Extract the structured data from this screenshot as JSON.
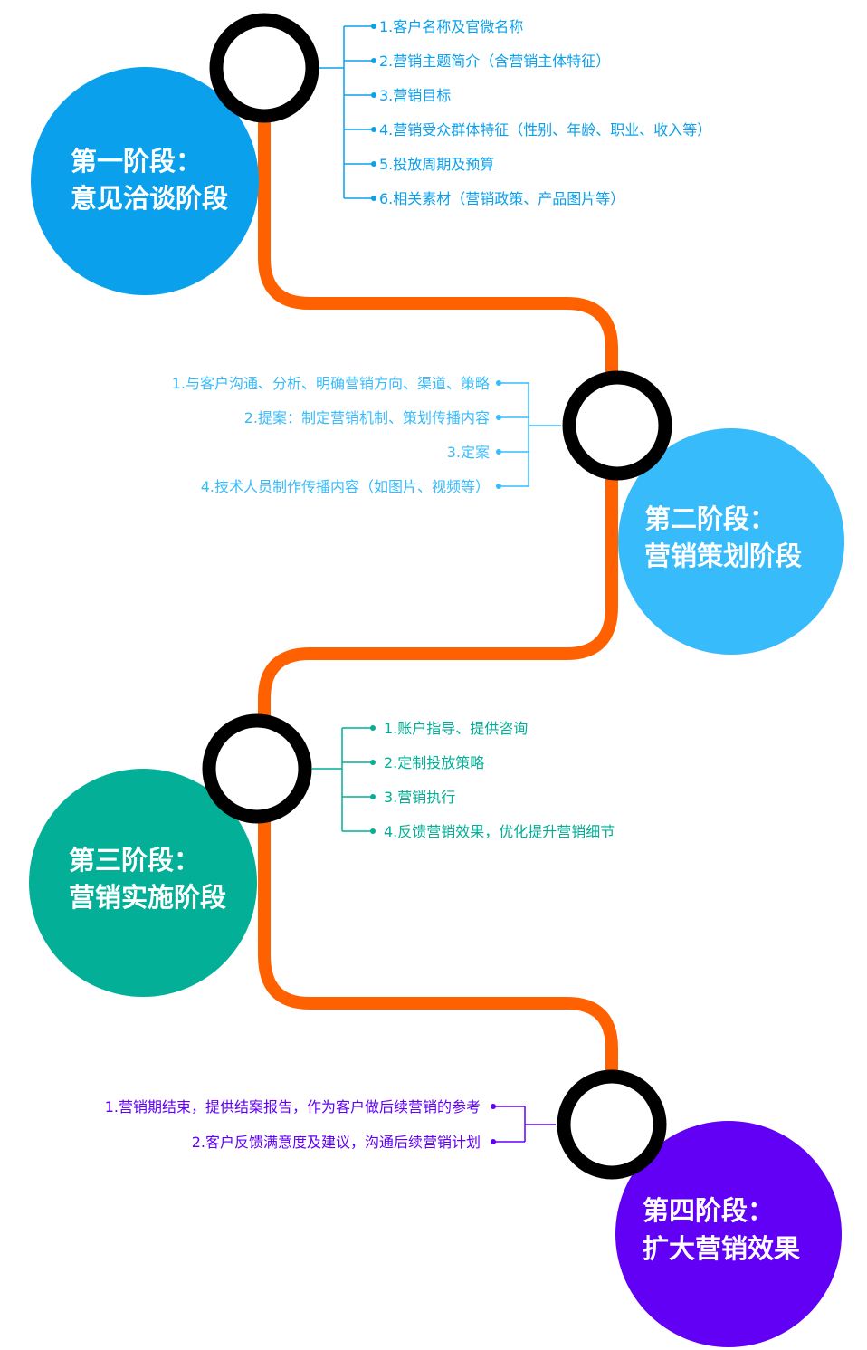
{
  "colors": {
    "path": "#FF6000",
    "ring": "#000000",
    "stage1": "#0AA0EC",
    "stage2": "#38BBFB",
    "stage3": "#03AF96",
    "stage4": "#6100F5",
    "items1": "#0AA0EC",
    "items2": "#38BBFB",
    "items3": "#03AF96",
    "items4": "#6100F5"
  },
  "stages": [
    {
      "title_line1": "第一阶段：",
      "title_line2": "意见洽谈阶段",
      "items": [
        "1.客户名称及官微名称",
        "2.营销主题简介（含营销主体特征）",
        "3.营销目标",
        "4.营销受众群体特征（性别、年龄、职业、收入等）",
        "5.投放周期及预算",
        "6.相关素材（营销政策、产品图片等）"
      ]
    },
    {
      "title_line1": "第二阶段：",
      "title_line2": "营销策划阶段",
      "items": [
        "1.与客户沟通、分析、明确营销方向、渠道、策略",
        "2.提案：制定营销机制、策划传播内容",
        "3.定案",
        "4.技术人员制作传播内容（如图片、视频等）"
      ]
    },
    {
      "title_line1": "第三阶段：",
      "title_line2": "营销实施阶段",
      "items": [
        "1.账户指导、提供咨询",
        "2.定制投放策略",
        "3.营销执行",
        "4.反馈营销效果，优化提升营销细节"
      ]
    },
    {
      "title_line1": "第四阶段：",
      "title_line2": "扩大营销效果",
      "items": [
        "1.营销期结束，提供结案报告，作为客户做后续营销的参考",
        "2.客户反馈满意度及建议，沟通后续营销计划"
      ]
    }
  ]
}
